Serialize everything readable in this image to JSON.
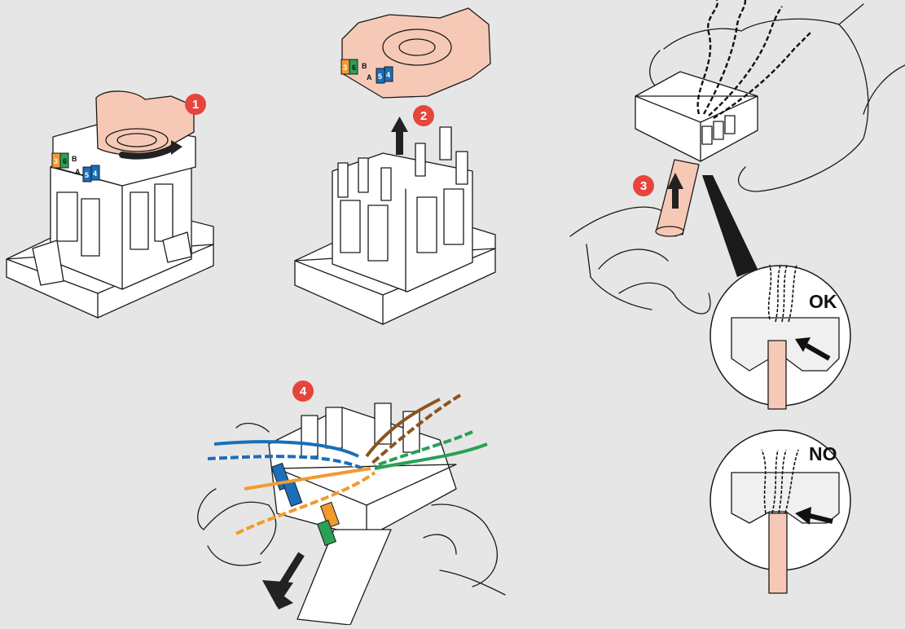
{
  "steps": [
    {
      "label": "1"
    },
    {
      "label": "2"
    },
    {
      "label": "3"
    },
    {
      "label": "4"
    }
  ],
  "insets": {
    "ok_label": "OK",
    "no_label": "NO"
  },
  "pin_labels": {
    "b": "B",
    "a": "A",
    "p3": "3",
    "p6": "6",
    "p5": "5",
    "p4": "4"
  },
  "colors": {
    "background": "#e6e6e6",
    "badge": "#e5453c",
    "jacket": "#f6c9b6",
    "wire_orange": "#f39a2e",
    "wire_green": "#2aa055",
    "wire_blue": "#1a6fb8",
    "wire_brown": "#8a5421"
  }
}
